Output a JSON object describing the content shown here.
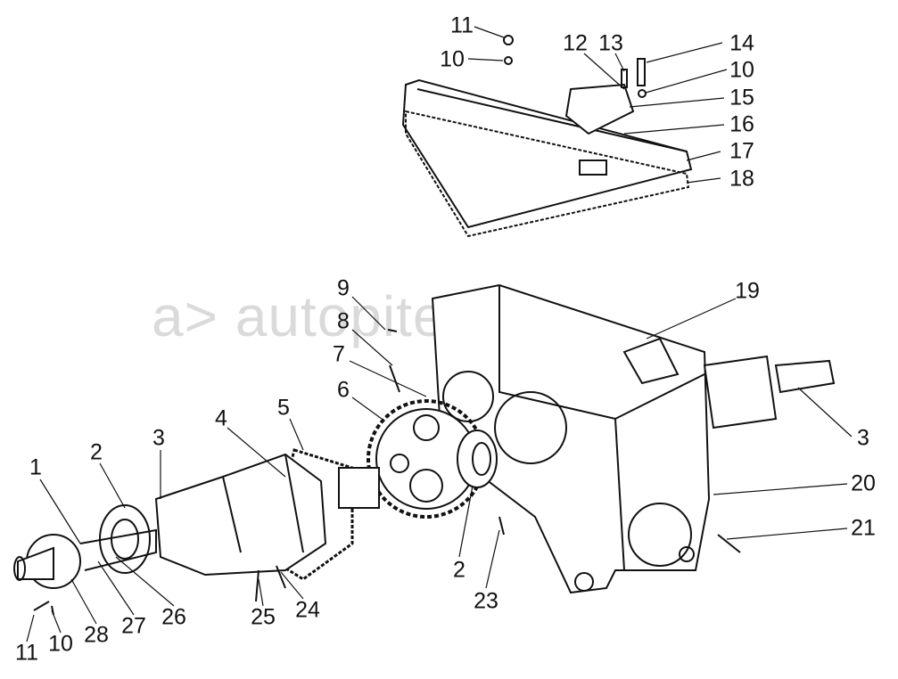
{
  "title": "Exploded view of transmission housing assembly",
  "watermark": "a> autopiter.ru",
  "callouts": [
    {
      "id": "c11a",
      "text": "11"
    },
    {
      "id": "c10a",
      "text": "10"
    },
    {
      "id": "c12",
      "text": "12"
    },
    {
      "id": "c13",
      "text": "13"
    },
    {
      "id": "c14",
      "text": "14"
    },
    {
      "id": "c10b",
      "text": "10"
    },
    {
      "id": "c15",
      "text": "15"
    },
    {
      "id": "c16",
      "text": "16"
    },
    {
      "id": "c17",
      "text": "17"
    },
    {
      "id": "c18",
      "text": "18"
    },
    {
      "id": "c9",
      "text": "9"
    },
    {
      "id": "c19",
      "text": "19"
    },
    {
      "id": "c8",
      "text": "8"
    },
    {
      "id": "c7",
      "text": "7"
    },
    {
      "id": "c6",
      "text": "6"
    },
    {
      "id": "c5",
      "text": "5"
    },
    {
      "id": "c4",
      "text": "4"
    },
    {
      "id": "c3a",
      "text": "3"
    },
    {
      "id": "c2a",
      "text": "2"
    },
    {
      "id": "c1",
      "text": "1"
    },
    {
      "id": "c3b",
      "text": "3"
    },
    {
      "id": "c20",
      "text": "20"
    },
    {
      "id": "c21",
      "text": "21"
    },
    {
      "id": "c2b",
      "text": "2"
    },
    {
      "id": "c23",
      "text": "23"
    },
    {
      "id": "c25",
      "text": "25"
    },
    {
      "id": "c24",
      "text": "24"
    },
    {
      "id": "c26",
      "text": "26"
    },
    {
      "id": "c27",
      "text": "27"
    },
    {
      "id": "c28",
      "text": "28"
    },
    {
      "id": "c10c",
      "text": "10"
    },
    {
      "id": "c11b",
      "text": "11"
    }
  ]
}
